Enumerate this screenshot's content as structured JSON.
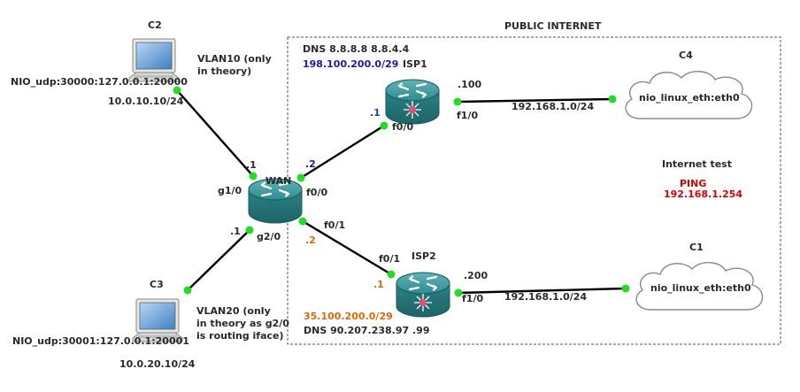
{
  "area": {
    "title": "PUBLIC INTERNET"
  },
  "devices": {
    "c2": {
      "name": "C2",
      "nio": "NIO_udp:30000:127.0.0.1:20000",
      "ip": "10.0.10.10/24",
      "vlan_line1": "VLAN10 (only",
      "vlan_line2": "in theory)"
    },
    "c3": {
      "name": "C3",
      "nio": "NIO_udp:30001:127.0.0.1:20001",
      "ip": "10.0.20.10/24",
      "vlan_line1": "VLAN20 (only",
      "vlan_line2": "in theory as g2/0",
      "vlan_line3": "is routing iface)"
    },
    "wan": {
      "name": "WAN",
      "g1": "g1/0",
      "g1_addr": ".1",
      "g2": "g2/0",
      "g2_addr": ".1",
      "f00": "f0/0",
      "f00_addr": ".2",
      "f01": "f0/1",
      "f01_addr": ".2"
    },
    "isp1": {
      "name": "ISP1",
      "dns": "DNS 8.8.8.8 8.8.4.4",
      "net": "198.100.200.0/29",
      "f00": "f0/0",
      "f00_addr": ".1",
      "f10": "f1/0",
      "f10_addr": ".100",
      "lan": "192.168.1.0/24"
    },
    "isp2": {
      "name": "ISP2",
      "net": "35.100.200.0/29",
      "dns": "DNS 90.207.238.97 .99",
      "f01": "f0/1",
      "f01_addr": ".1",
      "f10": "f1/0",
      "f10_addr": ".200",
      "lan": "192.168.1.0/24"
    },
    "c4": {
      "name": "C4",
      "iface": "nio_linux_eth:eth0"
    },
    "c1": {
      "name": "C1",
      "iface": "nio_linux_eth:eth0"
    }
  },
  "test": {
    "title": "Internet test",
    "action": "PING",
    "target": "192.168.1.254"
  },
  "colors": {
    "link": "#000000",
    "port": "#22dd22",
    "router": "#2f8a8e",
    "blue": "#1f3fbf",
    "orange": "#e06a00",
    "red": "#e00000"
  }
}
